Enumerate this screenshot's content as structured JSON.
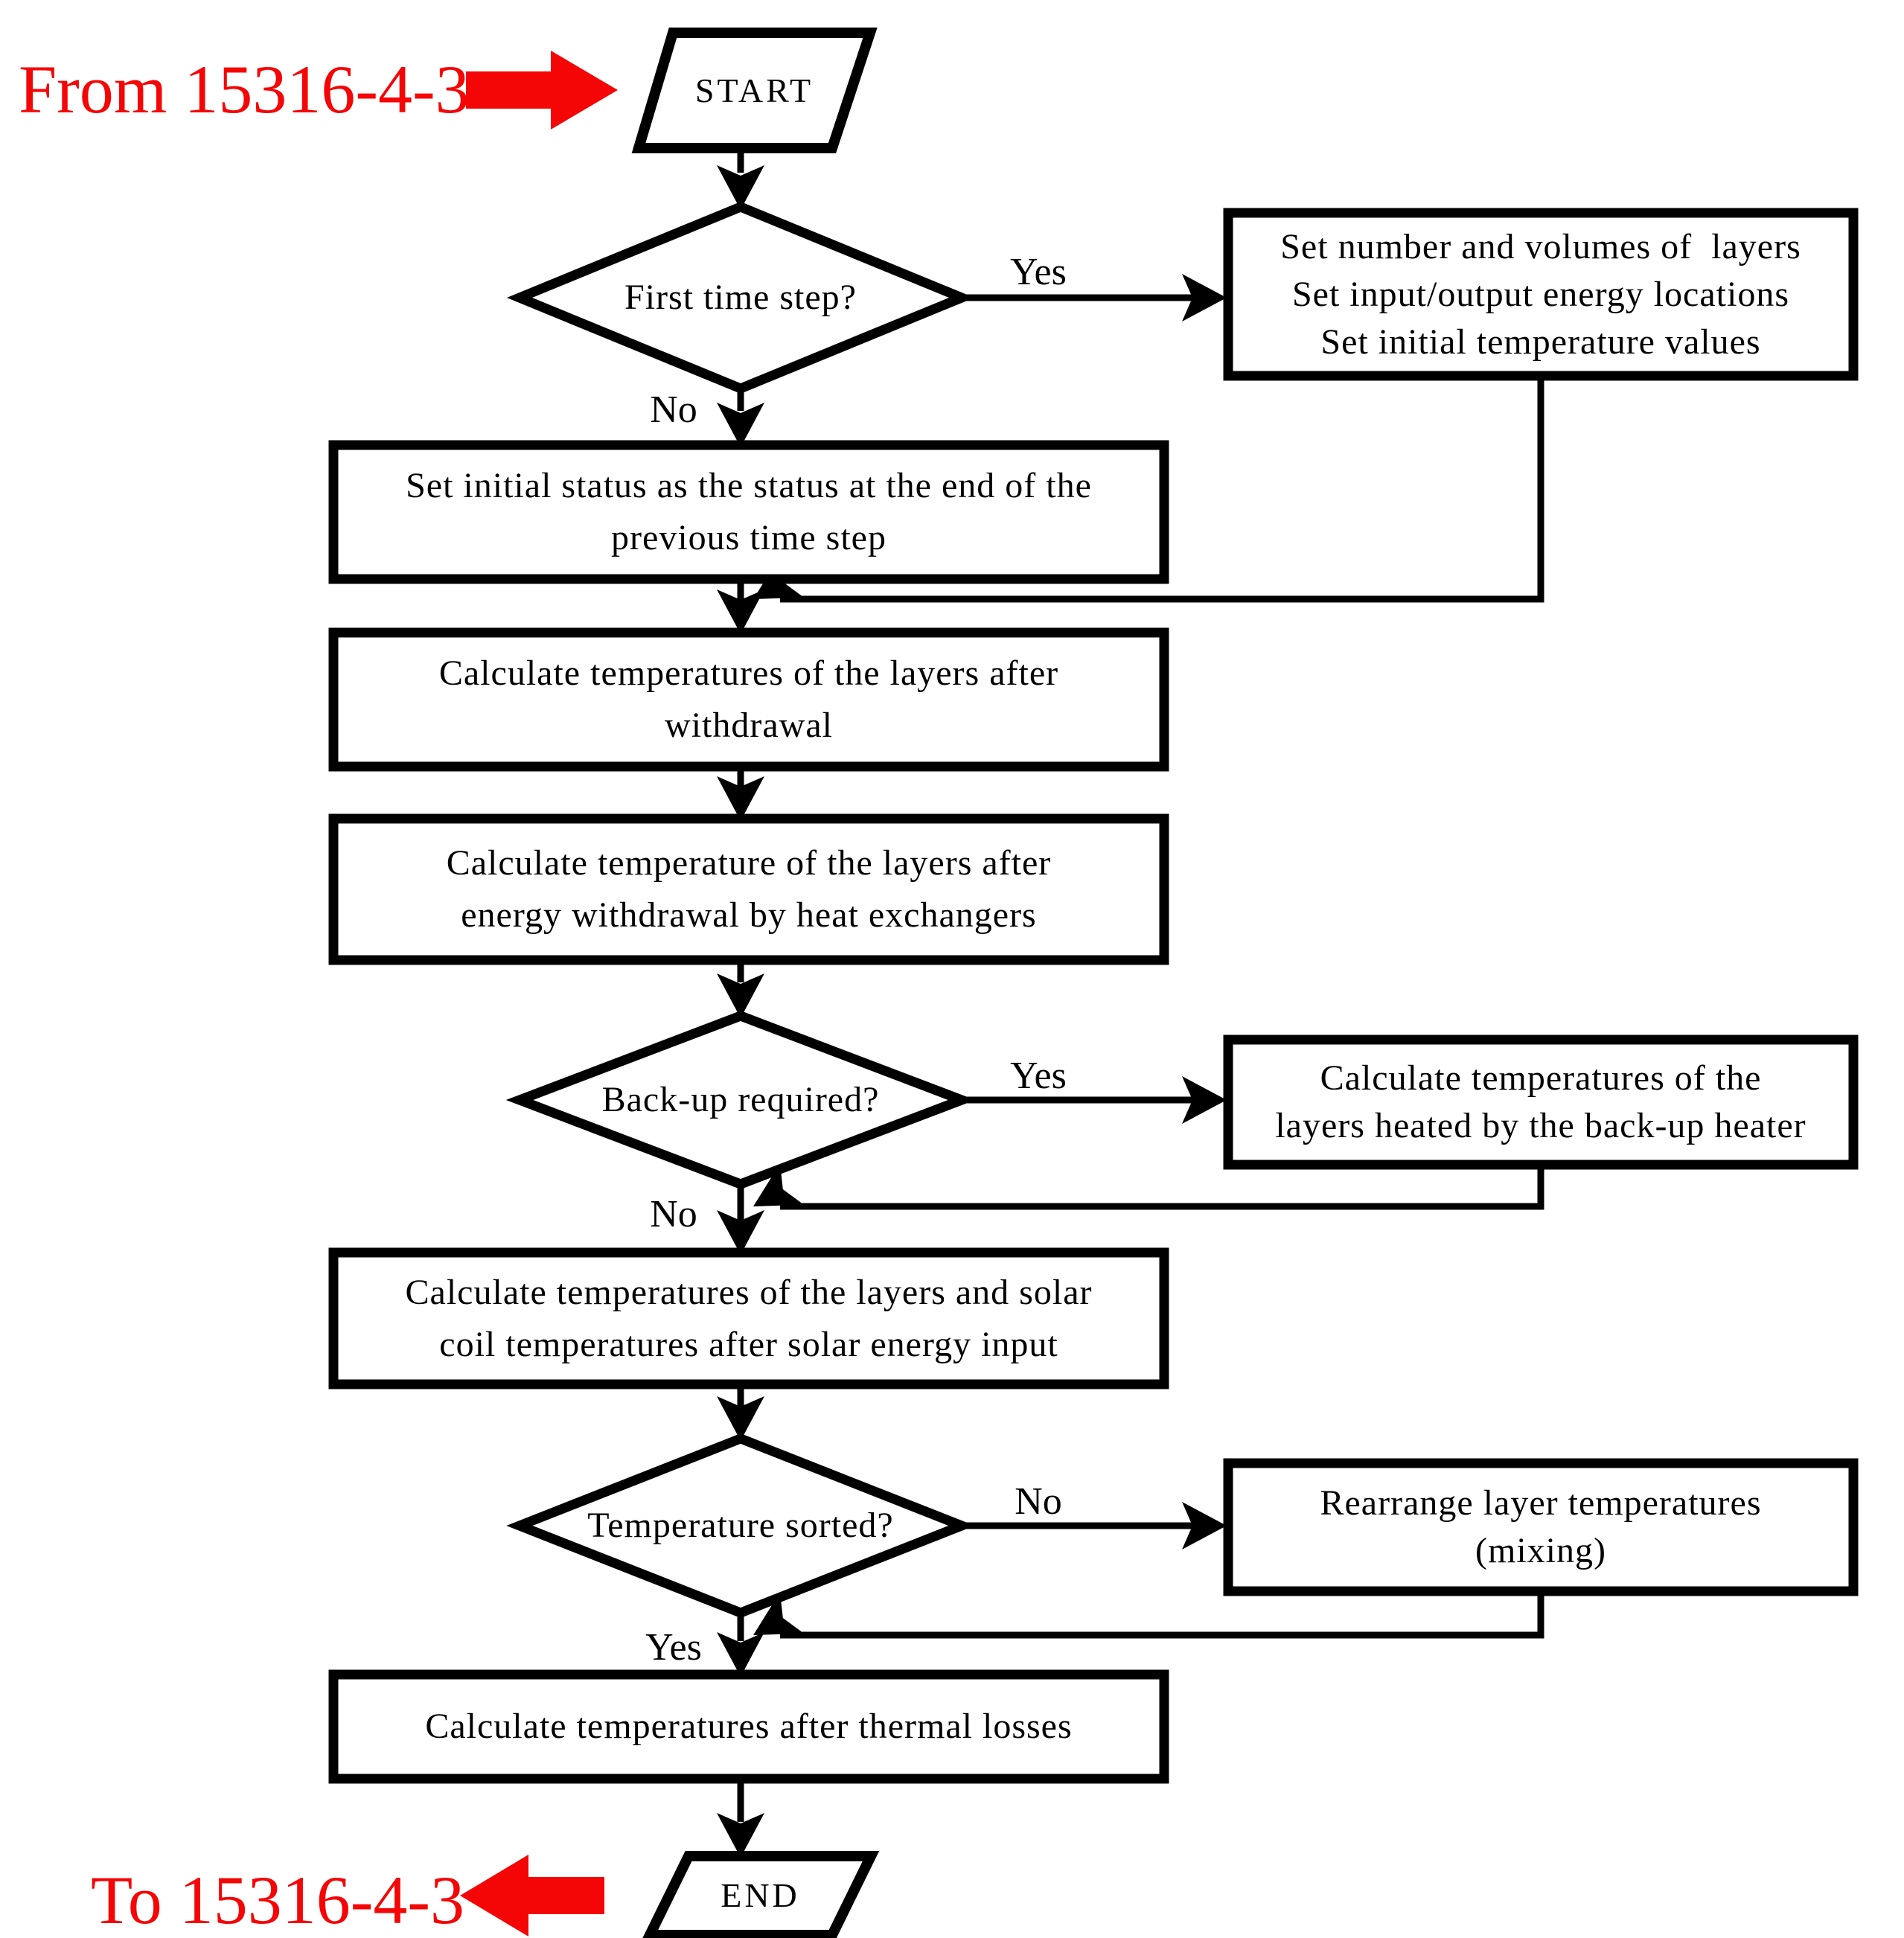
{
  "page": {
    "background": "#ffffff",
    "ink": "#000000",
    "accent_red": "#f40606"
  },
  "external_refs": {
    "from_label": "From 15316-4-3",
    "to_label": "To 15316-4-3"
  },
  "nodes": {
    "start": {
      "label": "START"
    },
    "end": {
      "label": "END"
    },
    "decision_first_time_step": {
      "label": "First time step?"
    },
    "decision_backup_required": {
      "label": "Back-up required?"
    },
    "decision_temperature_sorted": {
      "label": "Temperature sorted?"
    },
    "box_setup": {
      "lines": [
        "Set number and volumes of  layers",
        "Set input/output energy locations",
        "Set initial temperature values"
      ]
    },
    "box_init_status": {
      "lines": [
        "Set initial status as the status at the end of the",
        "previous time step"
      ]
    },
    "box_withdrawal": {
      "lines": [
        "Calculate temperatures of the layers after",
        "withdrawal"
      ]
    },
    "box_heat_exchangers": {
      "lines": [
        "Calculate temperature of the layers after",
        "energy withdrawal by heat exchangers"
      ]
    },
    "box_backup_heater": {
      "lines": [
        "Calculate temperatures of the",
        "layers heated by the back-up heater"
      ]
    },
    "box_solar_input": {
      "lines": [
        "Calculate temperatures of the layers and solar",
        "coil temperatures after solar energy input"
      ]
    },
    "box_mixing": {
      "lines": [
        "Rearrange layer temperatures",
        "(mixing)"
      ]
    },
    "box_thermal_losses": {
      "lines": [
        "Calculate temperatures after thermal losses"
      ]
    }
  },
  "edge_labels": {
    "first_time_yes": "Yes",
    "first_time_no": "No",
    "backup_yes": "Yes",
    "backup_no": "No",
    "sorted_no": "No",
    "sorted_yes": "Yes"
  }
}
